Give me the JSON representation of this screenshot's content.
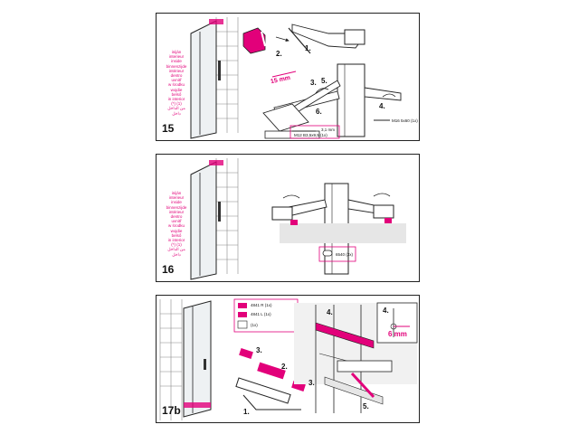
{
  "panels": [
    {
      "number": "15",
      "side_text": [
        "iniján",
        "interieur",
        "inside",
        "binnenzijde",
        "intérieur",
        "dentro",
        "uvnitř",
        "w środku",
        "wojdie",
        "belső",
        "in interior",
        "(*) (1)",
        "من الداخل",
        "داخل"
      ],
      "steps": {
        "s1": "1.",
        "s2": "2.",
        "s3": "3.",
        "s4": "4.",
        "s5": "5.",
        "s6": "6."
      },
      "measure": "15 mm",
      "parts": {
        "screw_a": "3,1 mm",
        "screw_b": "M12 B3,5x9,5 (1x)",
        "screw_c": "M16 5x60 (1x)"
      }
    },
    {
      "number": "16",
      "side_text": [
        "iniján",
        "interieur",
        "inside",
        "binnenzijde",
        "intérieur",
        "dentro",
        "uvnitř",
        "w środku",
        "wojdie",
        "belső",
        "in interior",
        "(*) (1)",
        "من الداخل",
        "داخل"
      ],
      "parts": {
        "plug": "6540 (2x)"
      }
    },
    {
      "number": "17b",
      "steps": {
        "s1": "1.",
        "s2": "2.",
        "s3": "3.",
        "s3b": "3.",
        "s4": "4.",
        "s4b": "4.",
        "s5": "5."
      },
      "measure": "6 mm",
      "parts": {
        "p1": "4841 R (1x)",
        "p2": "4841 L (1x)",
        "p3": "(1x)"
      }
    }
  ],
  "colors": {
    "accent": "#e2007a",
    "line": "#222222",
    "glass": "#cfd6dc"
  }
}
